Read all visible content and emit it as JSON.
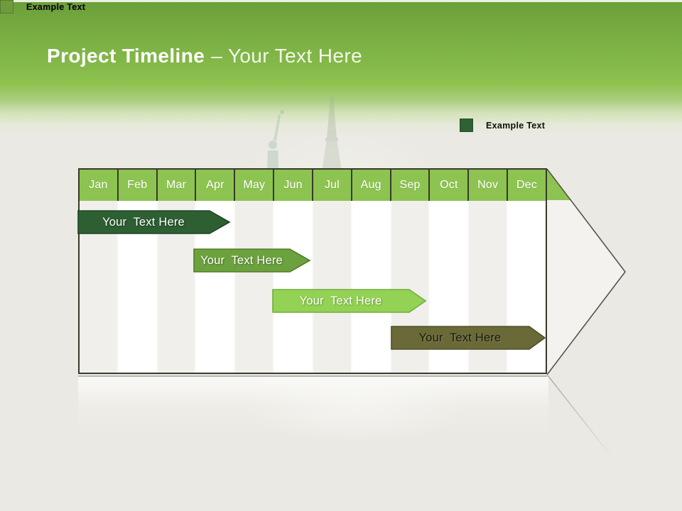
{
  "title": {
    "bold": "Project Timeline",
    "light": "– Your Text Here",
    "text_color": "#ffffff"
  },
  "legend": {
    "items": [
      {
        "label": "Example Text",
        "color": "#2e6233",
        "border_color": "#234d28"
      },
      {
        "label": "Example Text",
        "color": "#9dd35f",
        "border_color": "#7cb848"
      },
      {
        "label": "Example Text",
        "color": "#6b6b3a",
        "border_color": "#54542c"
      },
      {
        "label": "Example Text",
        "color": "#6e9b3c",
        "border_color": "#577c2c"
      }
    ],
    "label_color": "#101010"
  },
  "timeline": {
    "months": [
      "Jan",
      "Feb",
      "Mar",
      "Apr",
      "May",
      "Jun",
      "Jul",
      "Aug",
      "Sep",
      "Oct",
      "Nov",
      "Dec"
    ],
    "colors": {
      "header": "#8dc351",
      "header_text": "#ffffff",
      "outline": "#383a2c",
      "column_odd": "#f0efeb",
      "column_even": "#ffffff",
      "arrow_fill": "#f3f2ee",
      "arrow_stroke": "#54564a",
      "background": "#eae9e3"
    },
    "bars": [
      {
        "label": "Your  Text Here",
        "fill": "#2d5f33",
        "stroke": "#1f4525",
        "text_color": "#ffffff"
      },
      {
        "label": "Your  Text Here",
        "fill": "#6ca23d",
        "stroke": "#527d2b",
        "text_color": "#ffffff"
      },
      {
        "label": "Your  Text Here",
        "fill": "#93d254",
        "stroke": "#6fae3a",
        "text_color": "#ffffff"
      },
      {
        "label": "Your  Text Here",
        "fill": "#6a6a38",
        "stroke": "#4e4e27",
        "text_color": "#1a1a0c"
      }
    ]
  },
  "chart_data": {
    "type": "bar",
    "subtype": "gantt-timeline",
    "title": "Project Timeline – Your Text Here",
    "categories": [
      "Jan",
      "Feb",
      "Mar",
      "Apr",
      "May",
      "Jun",
      "Jul",
      "Aug",
      "Sep",
      "Oct",
      "Nov",
      "Dec"
    ],
    "series": [
      {
        "name": "Your Text Here",
        "row": 1,
        "start": "Jan",
        "end": "Mar",
        "start_index": 0.0,
        "end_index": 3.9,
        "color": "#2d5f33"
      },
      {
        "name": "Your Text Here",
        "row": 2,
        "start": "Apr",
        "end": "May",
        "start_index": 3.0,
        "end_index": 5.9,
        "color": "#6ca23d"
      },
      {
        "name": "Your Text Here",
        "row": 3,
        "start": "Jun",
        "end": "Sep",
        "start_index": 5.0,
        "end_index": 8.9,
        "color": "#93d254"
      },
      {
        "name": "Your Text Here",
        "row": 4,
        "start": "Sep",
        "end": "Dec",
        "start_index": 8.0,
        "end_index": 12.0,
        "color": "#6a6a38"
      }
    ],
    "legend_entries": [
      "Example Text",
      "Example Text",
      "Example Text",
      "Example Text"
    ],
    "axis": {
      "x_unit": "month",
      "grid": "alternating column shading",
      "legend_position": "top"
    }
  }
}
